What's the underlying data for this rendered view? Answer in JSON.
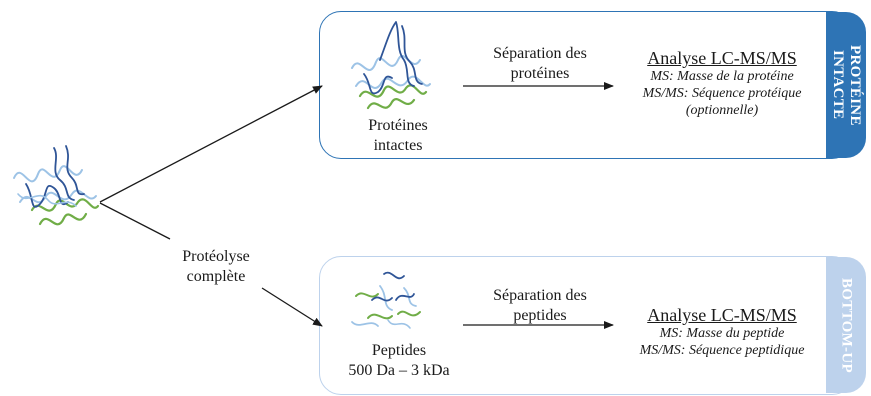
{
  "top_panel": {
    "tab_label": "PROTÉINE INTACTE",
    "source_label": [
      "Protéines",
      "intactes"
    ],
    "step_label": [
      "Séparation des",
      "protéines"
    ],
    "analysis_title": "Analyse LC-MS/MS",
    "analysis_lines": [
      "MS: Masse de la protéine",
      "MS/MS: Séquence protéique",
      "(optionnelle)"
    ]
  },
  "bottom_panel": {
    "tab_label": "BOTTOM-UP",
    "source_label": [
      "Peptides",
      "500 Da – 3 kDa"
    ],
    "step_label": [
      "Séparation des",
      "peptides"
    ],
    "analysis_title": "Analyse LC-MS/MS",
    "analysis_lines": [
      "MS: Masse du peptide",
      "MS/MS: Séquence peptidique"
    ]
  },
  "branch_label": [
    "Protéolyse",
    "complète"
  ],
  "colors": {
    "accent_top": "#2e74b5",
    "accent_bottom": "#bdd2ec",
    "strand_dark_blue": "#2f5597",
    "strand_light_blue": "#9dc3e6",
    "strand_green": "#70ad47",
    "arrow": "#1a1a1a"
  },
  "icons": [
    "protein-tangle-icon",
    "protein-tangle-icon",
    "peptide-fragments-icon"
  ]
}
